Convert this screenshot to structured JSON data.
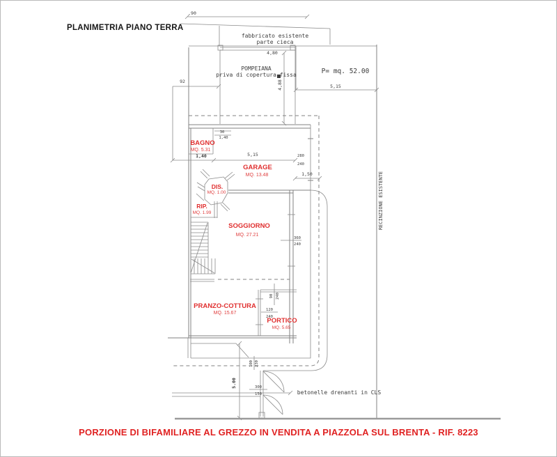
{
  "header": {
    "title": "PLANIMETRIA PIANO TERRA"
  },
  "footer": {
    "caption": "PORZIONE DI BIFAMILIARE AL GREZZO IN VENDITA A PIAZZOLA SUL BRENTA - RIF. 8223"
  },
  "colors": {
    "accent_red": "#e02f2f",
    "line_gray": "#828282",
    "cad_text": "#3c3c3c"
  },
  "plan": {
    "annotations": {
      "fabbricato_line1": "fabbricato esistente",
      "fabbricato_line2": "parte cieca",
      "pompeiana_line1": "POMPEIANA",
      "pompeiana_line2": "priva di copertura fissa",
      "parking_area": "P= mq. 52.00",
      "betonelle": "betonelle drenanti in CLS",
      "recinzione": "RECINZIONE ESISTENTE"
    },
    "rooms": [
      {
        "name": "BAGNO",
        "area": "MQ. 5.31"
      },
      {
        "name": "GARAGE",
        "area": "MQ. 13.48"
      },
      {
        "name": "DIS.",
        "area": "MQ. 1.00"
      },
      {
        "name": "RIP.",
        "area": "MQ. 1.99"
      },
      {
        "name": "SOGGIORNO",
        "area": "MQ. 27.21"
      },
      {
        "name": "PRANZO-COTTURA",
        "area": "MQ. 15.67"
      },
      {
        "name": "PORTICO",
        "area": "MQ. 5.65"
      }
    ],
    "dims": {
      "offset_top": ".90",
      "pergola_width": "4,80",
      "pergola_depth": "4,88",
      "left_offset": "92",
      "parking_width": "5,15",
      "bagno_door_a": "30",
      "bagno_door_b": "1,40",
      "bagno_width": "1,40",
      "garage_width": "5,15",
      "garage_door_w": "280",
      "garage_door_h": "240",
      "side_gap": "1,50",
      "sogg_window_w": "360",
      "sogg_window_h": "240",
      "portico_window_w": "90",
      "portico_window_h": "240",
      "pranzo_window_w": "120",
      "pranzo_window_h": "240",
      "ped_gate_w": "100",
      "ped_gate_h": "230",
      "front_depth": "5.00",
      "gate_w": "300",
      "gate_h": "150"
    }
  }
}
